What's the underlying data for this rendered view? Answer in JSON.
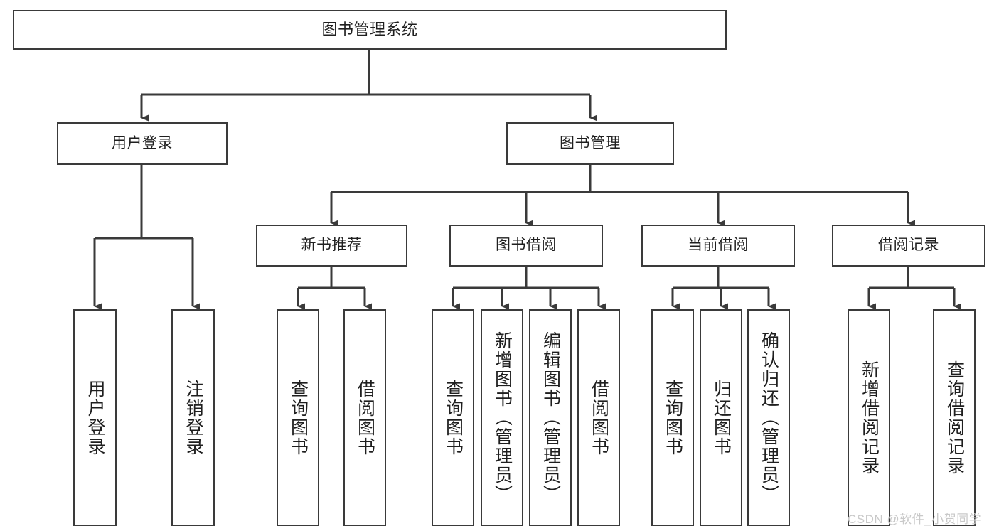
{
  "diagram": {
    "title": "图书管理系统",
    "type": "tree-hierarchy-diagram",
    "root": {
      "label": "图书管理系统"
    },
    "level1": [
      {
        "label": "用户登录"
      },
      {
        "label": "图书管理"
      }
    ],
    "level2": [
      {
        "label": "新书推荐"
      },
      {
        "label": "图书借阅"
      },
      {
        "label": "当前借阅"
      },
      {
        "label": "借阅记录"
      }
    ],
    "leaves": {
      "user_login": [
        {
          "label": "用户登录"
        },
        {
          "label": "注销登录"
        }
      ],
      "new_book_recommend": [
        {
          "label": "查询图书"
        },
        {
          "label": "借阅图书"
        }
      ],
      "book_borrow": [
        {
          "label": "查询图书"
        },
        {
          "label": "新增图书（管理员）"
        },
        {
          "label": "编辑图书（管理员）"
        },
        {
          "label": "借阅图书"
        }
      ],
      "current_borrow": [
        {
          "label": "查询图书"
        },
        {
          "label": "归还图书"
        },
        {
          "label": "确认归还（管理员）"
        }
      ],
      "borrow_record": [
        {
          "label": "新增借阅记录"
        },
        {
          "label": "查询借阅记录"
        }
      ]
    }
  },
  "watermark": {
    "text": "CSDN @软件_小贺同学"
  },
  "colors": {
    "stroke": "#3a3a3a",
    "background": "#ffffff",
    "text": "#1f1f1f",
    "watermark": "#c9c9c9"
  }
}
